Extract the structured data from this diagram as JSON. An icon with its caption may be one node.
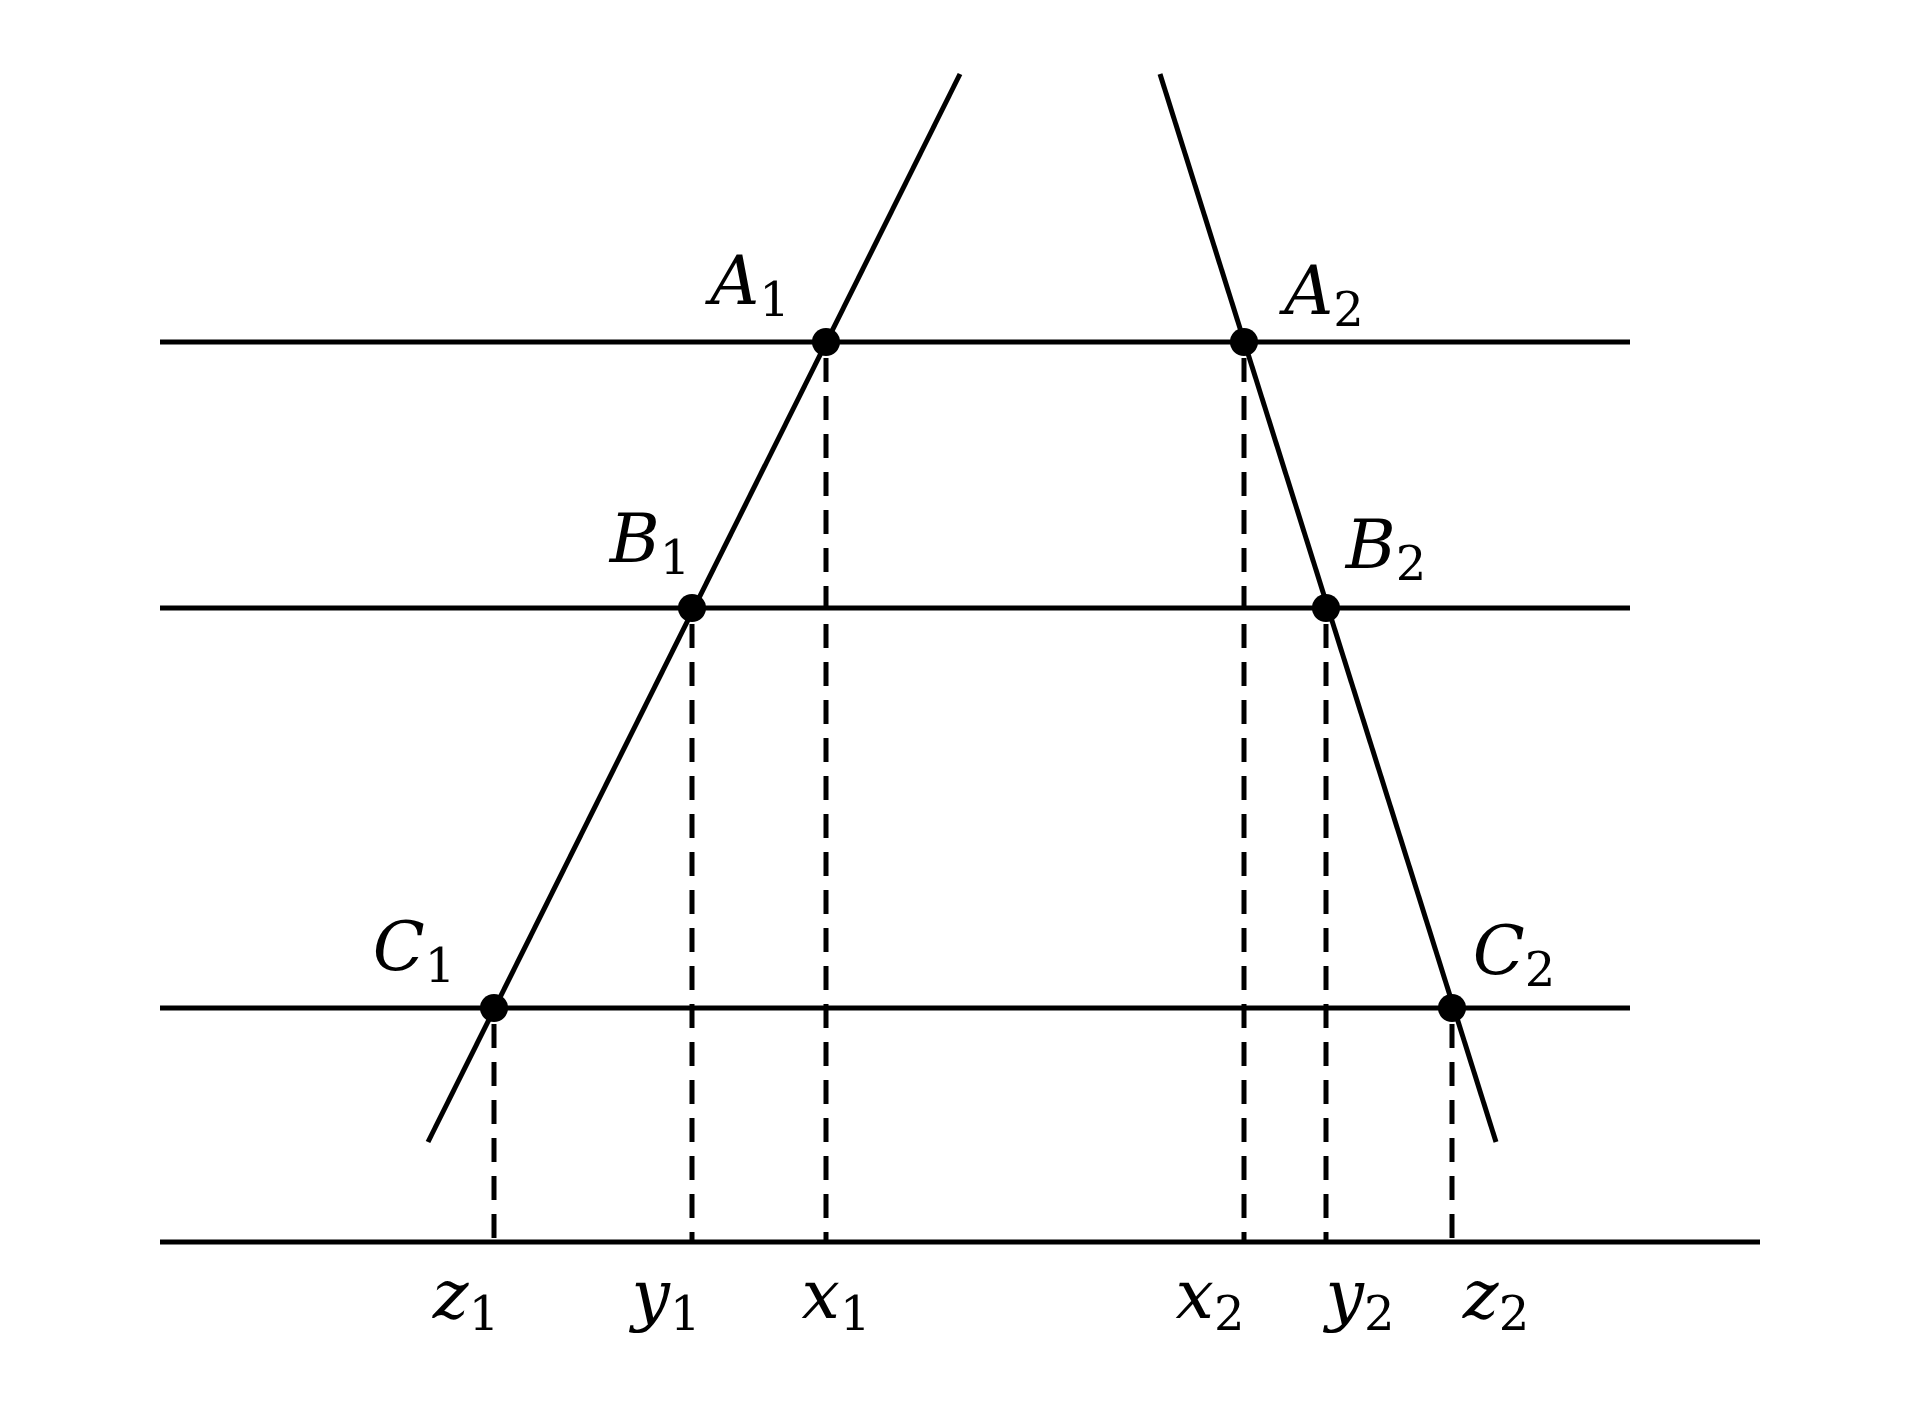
{
  "diagram": {
    "labels": [
      "*A*$_{1}$",
      "*A*$_{2}$",
      "*B*$_{1}$",
      "*B*$_{2}$",
      "*C*$_{1}$",
      "*C*$_{2}$",
      "*z*$_{1}$",
      "*y*$_{1}$",
      "*x*$_{1}$",
      "*x*$_{2}$",
      "*y*$_{2}$",
      "*z*$_{2}$"
    ]
  }
}
